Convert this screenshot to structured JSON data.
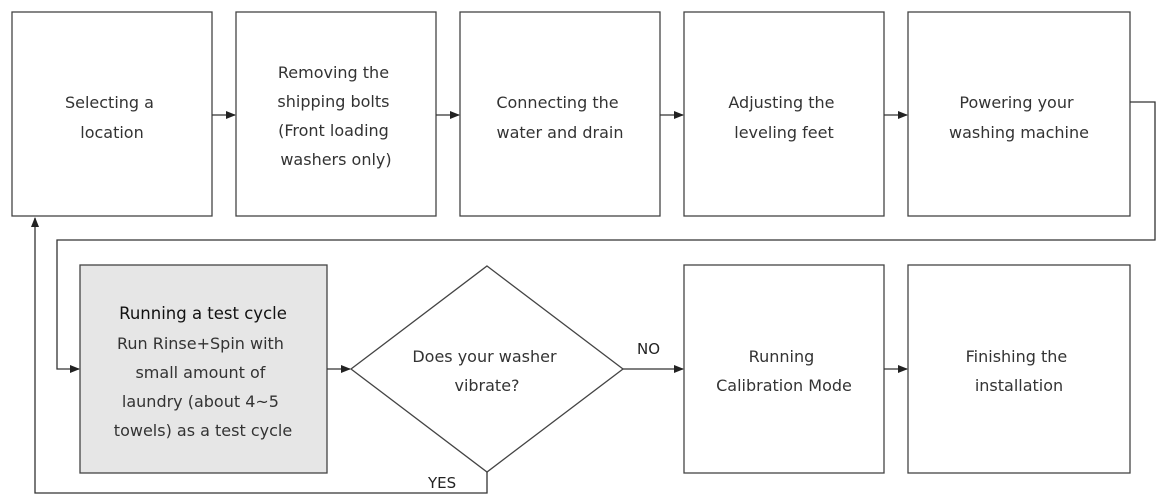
{
  "steps": {
    "location": [
      "Selecting a",
      "location"
    ],
    "bolts": [
      "Removing the",
      "shipping bolts",
      "(Front loading",
      "washers only)"
    ],
    "water": [
      "Connecting the",
      "water and drain"
    ],
    "feet": [
      "Adjusting the",
      "leveling feet"
    ],
    "power": [
      "Powering your",
      "washing machine"
    ],
    "test": {
      "title": "Running a test cycle",
      "body": [
        "Run Rinse+Spin with",
        "small amount of",
        "laundry (about 4~5",
        "towels) as a test cycle"
      ]
    },
    "decision": [
      "Does your washer",
      "vibrate?"
    ],
    "calibration": [
      "Running",
      "Calibration Mode"
    ],
    "finish": [
      "Finishing the",
      "installation"
    ]
  },
  "branches": {
    "no": "NO",
    "yes": "YES"
  }
}
